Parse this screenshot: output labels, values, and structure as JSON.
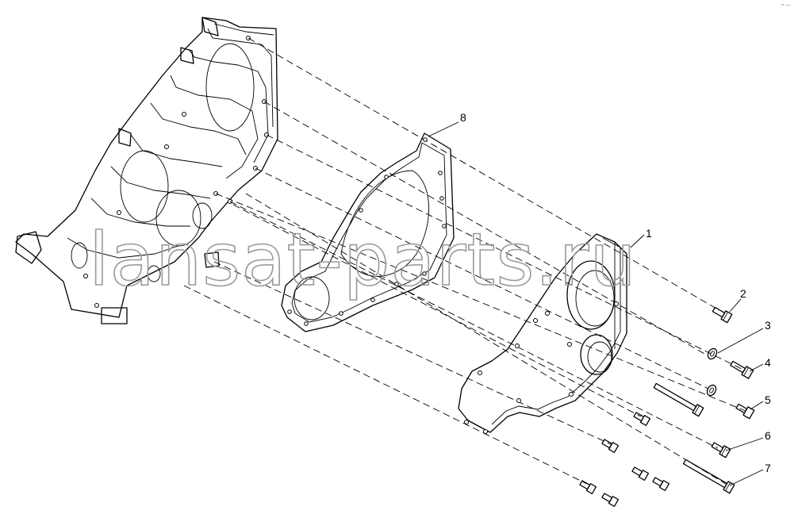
{
  "watermark": "lansat-parts.ru",
  "corner_mark": "≈ —",
  "callouts": {
    "c1": "1",
    "c2": "2",
    "c3": "3",
    "c4": "4",
    "c5": "5",
    "c6": "6",
    "c7": "7",
    "c8": "8"
  }
}
